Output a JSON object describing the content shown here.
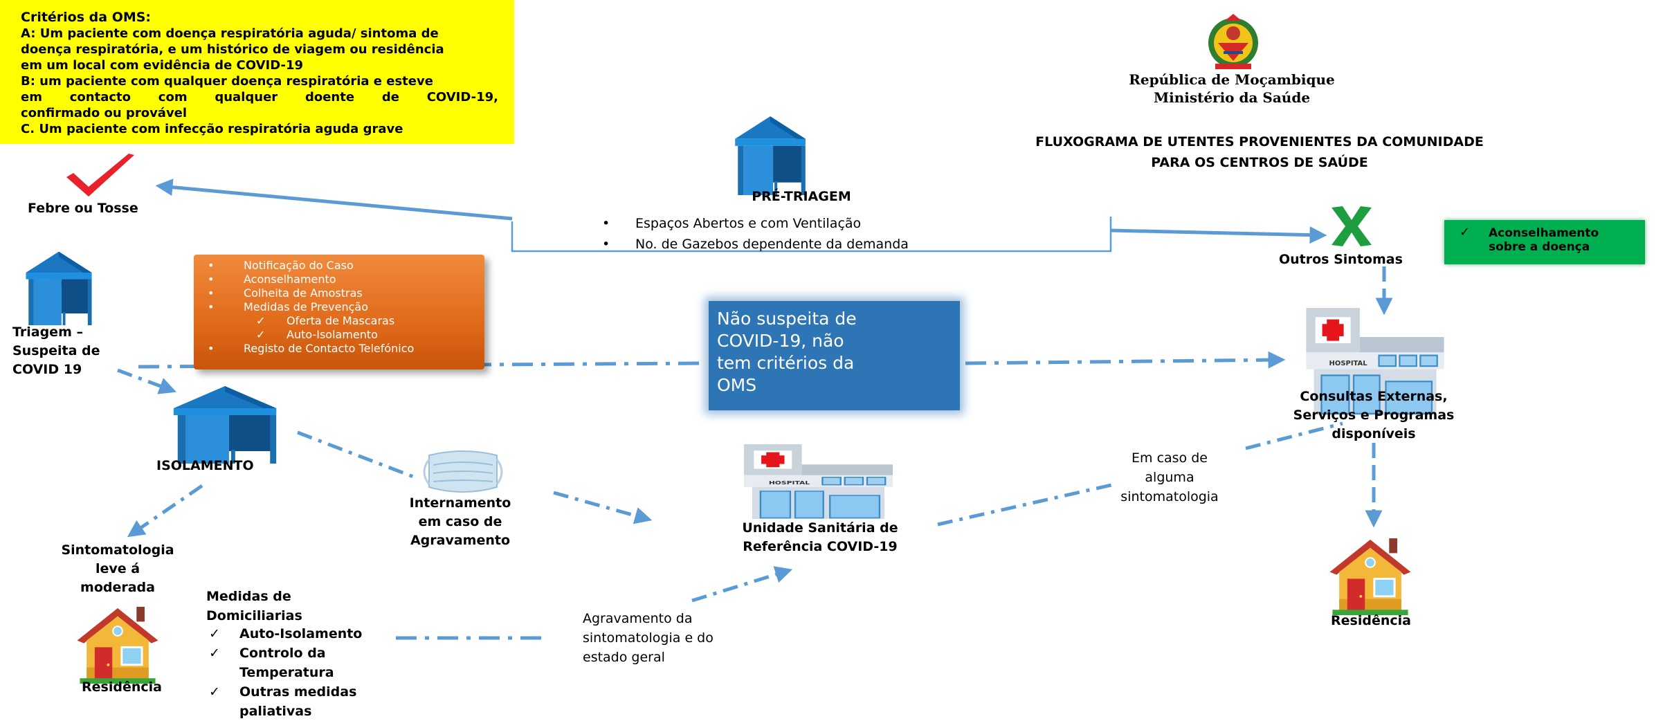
{
  "criteria": {
    "title": "Critérios da OMS:",
    "lines": [
      "A: Um paciente com doença respiratória aguda/ sintoma de",
      "doença respiratória, e um histórico de viagem ou residência",
      "em um local com evidência de COVID-19",
      "B: um paciente com qualquer doença respiratória e esteve",
      "em contacto com qualquer doente de COVID-19,",
      "confirmado ou provável",
      "C. Um paciente com infecção respiratória aguda grave"
    ]
  },
  "header": {
    "republic": "República de Moçambique",
    "ministry": "Ministério da Saúde",
    "title_line1": "FLUXOGRAMA DE UTENTES PROVENIENTES DA COMUNIDADE",
    "title_line2": "PARA OS CENTROS DE SAÚDE"
  },
  "pretriage": {
    "title": "PRÉ-TRIAGEM",
    "bullets": [
      "Espaços Abertos e com Ventilação",
      "No. de Gazebos dependente da demanda"
    ]
  },
  "fever": "Febre ou Tosse",
  "others": "Outros Sintomas",
  "counselling": "Aconselhamento sobre a doença",
  "triage": [
    "Triagem –",
    "Suspeita de",
    "COVID 19"
  ],
  "actions": {
    "items": [
      "Notificação do Caso",
      "Aconselhamento",
      "Colheita de Amostras",
      "Medidas de Prevenção"
    ],
    "sub": [
      "Oferta de Mascaras",
      "Auto-Isolamento"
    ],
    "last": "Registo de Contacto Telefónico"
  },
  "not_suspect": [
    "Não suspeita de",
    "COVID-19, não",
    "tem critérios da",
    "OMS"
  ],
  "consult": [
    "Consultas Externas,",
    "Serviços e Programas",
    "disponíveis"
  ],
  "isolation": "ISOLAMENTO",
  "internment": [
    "Internamento",
    "em caso de",
    "Agravamento"
  ],
  "referral": [
    "Unidade Sanitária de",
    "Referência COVID-19"
  ],
  "case_of": [
    "Em caso de",
    "alguma",
    "sintomatologia"
  ],
  "mild": [
    "Sintomatologia",
    "leve á",
    "moderada"
  ],
  "home_measures": {
    "title": [
      "Medidas de",
      "Domiciliarias"
    ],
    "items": [
      "Auto-Isolamento",
      "Controlo da",
      "Temperatura",
      "Outras medidas",
      "paliativas"
    ]
  },
  "worsening": [
    "Agravamento da",
    "sintomatologia e do",
    "estado geral"
  ],
  "residence": "Residência",
  "hospital_sign": "HOSPITAL",
  "icons": [
    "red-checkmark-icon",
    "green-x-icon",
    "gazebo-icon",
    "hospital-icon",
    "house-icon",
    "face-mask-icon",
    "coat-of-arms-icon"
  ],
  "colors": {
    "yellow": "#ffff00",
    "orange": "#e06a1a",
    "blue_box": "#2e75b6",
    "green": "#00b050",
    "arrow": "#5b9bd5",
    "tent": "#1f7fc4"
  }
}
